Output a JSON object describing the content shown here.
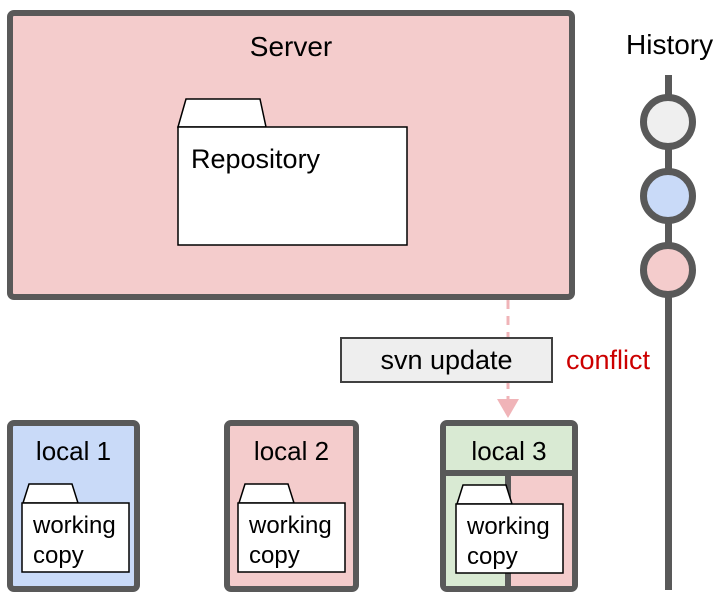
{
  "server": {
    "label": "Server",
    "repository": "Repository",
    "fill": "#f4cccc"
  },
  "history": {
    "title": "History",
    "nodes": [
      {
        "name": "oldest-revision",
        "color": "#efefef"
      },
      {
        "name": "middle-revision",
        "color": "#c9daf8"
      },
      {
        "name": "latest-revision",
        "color": "#f4cccc"
      }
    ]
  },
  "update": {
    "command": "svn update",
    "status": "conflict",
    "status_color": "#cc0000",
    "arrow_color": "#f0b4b8",
    "box_fill": "#eeeeee"
  },
  "locals": [
    {
      "label": "local 1",
      "working_copy": "working copy",
      "fill": "#c9daf8"
    },
    {
      "label": "local 2",
      "working_copy": "working copy",
      "fill": "#f4cccc"
    },
    {
      "label": "local 3",
      "working_copy": "working copy",
      "fills": [
        "#d9ead3",
        "#f4cccc"
      ]
    }
  ],
  "colors": {
    "outline": "#595959",
    "folder_fill": "#ffffff"
  }
}
